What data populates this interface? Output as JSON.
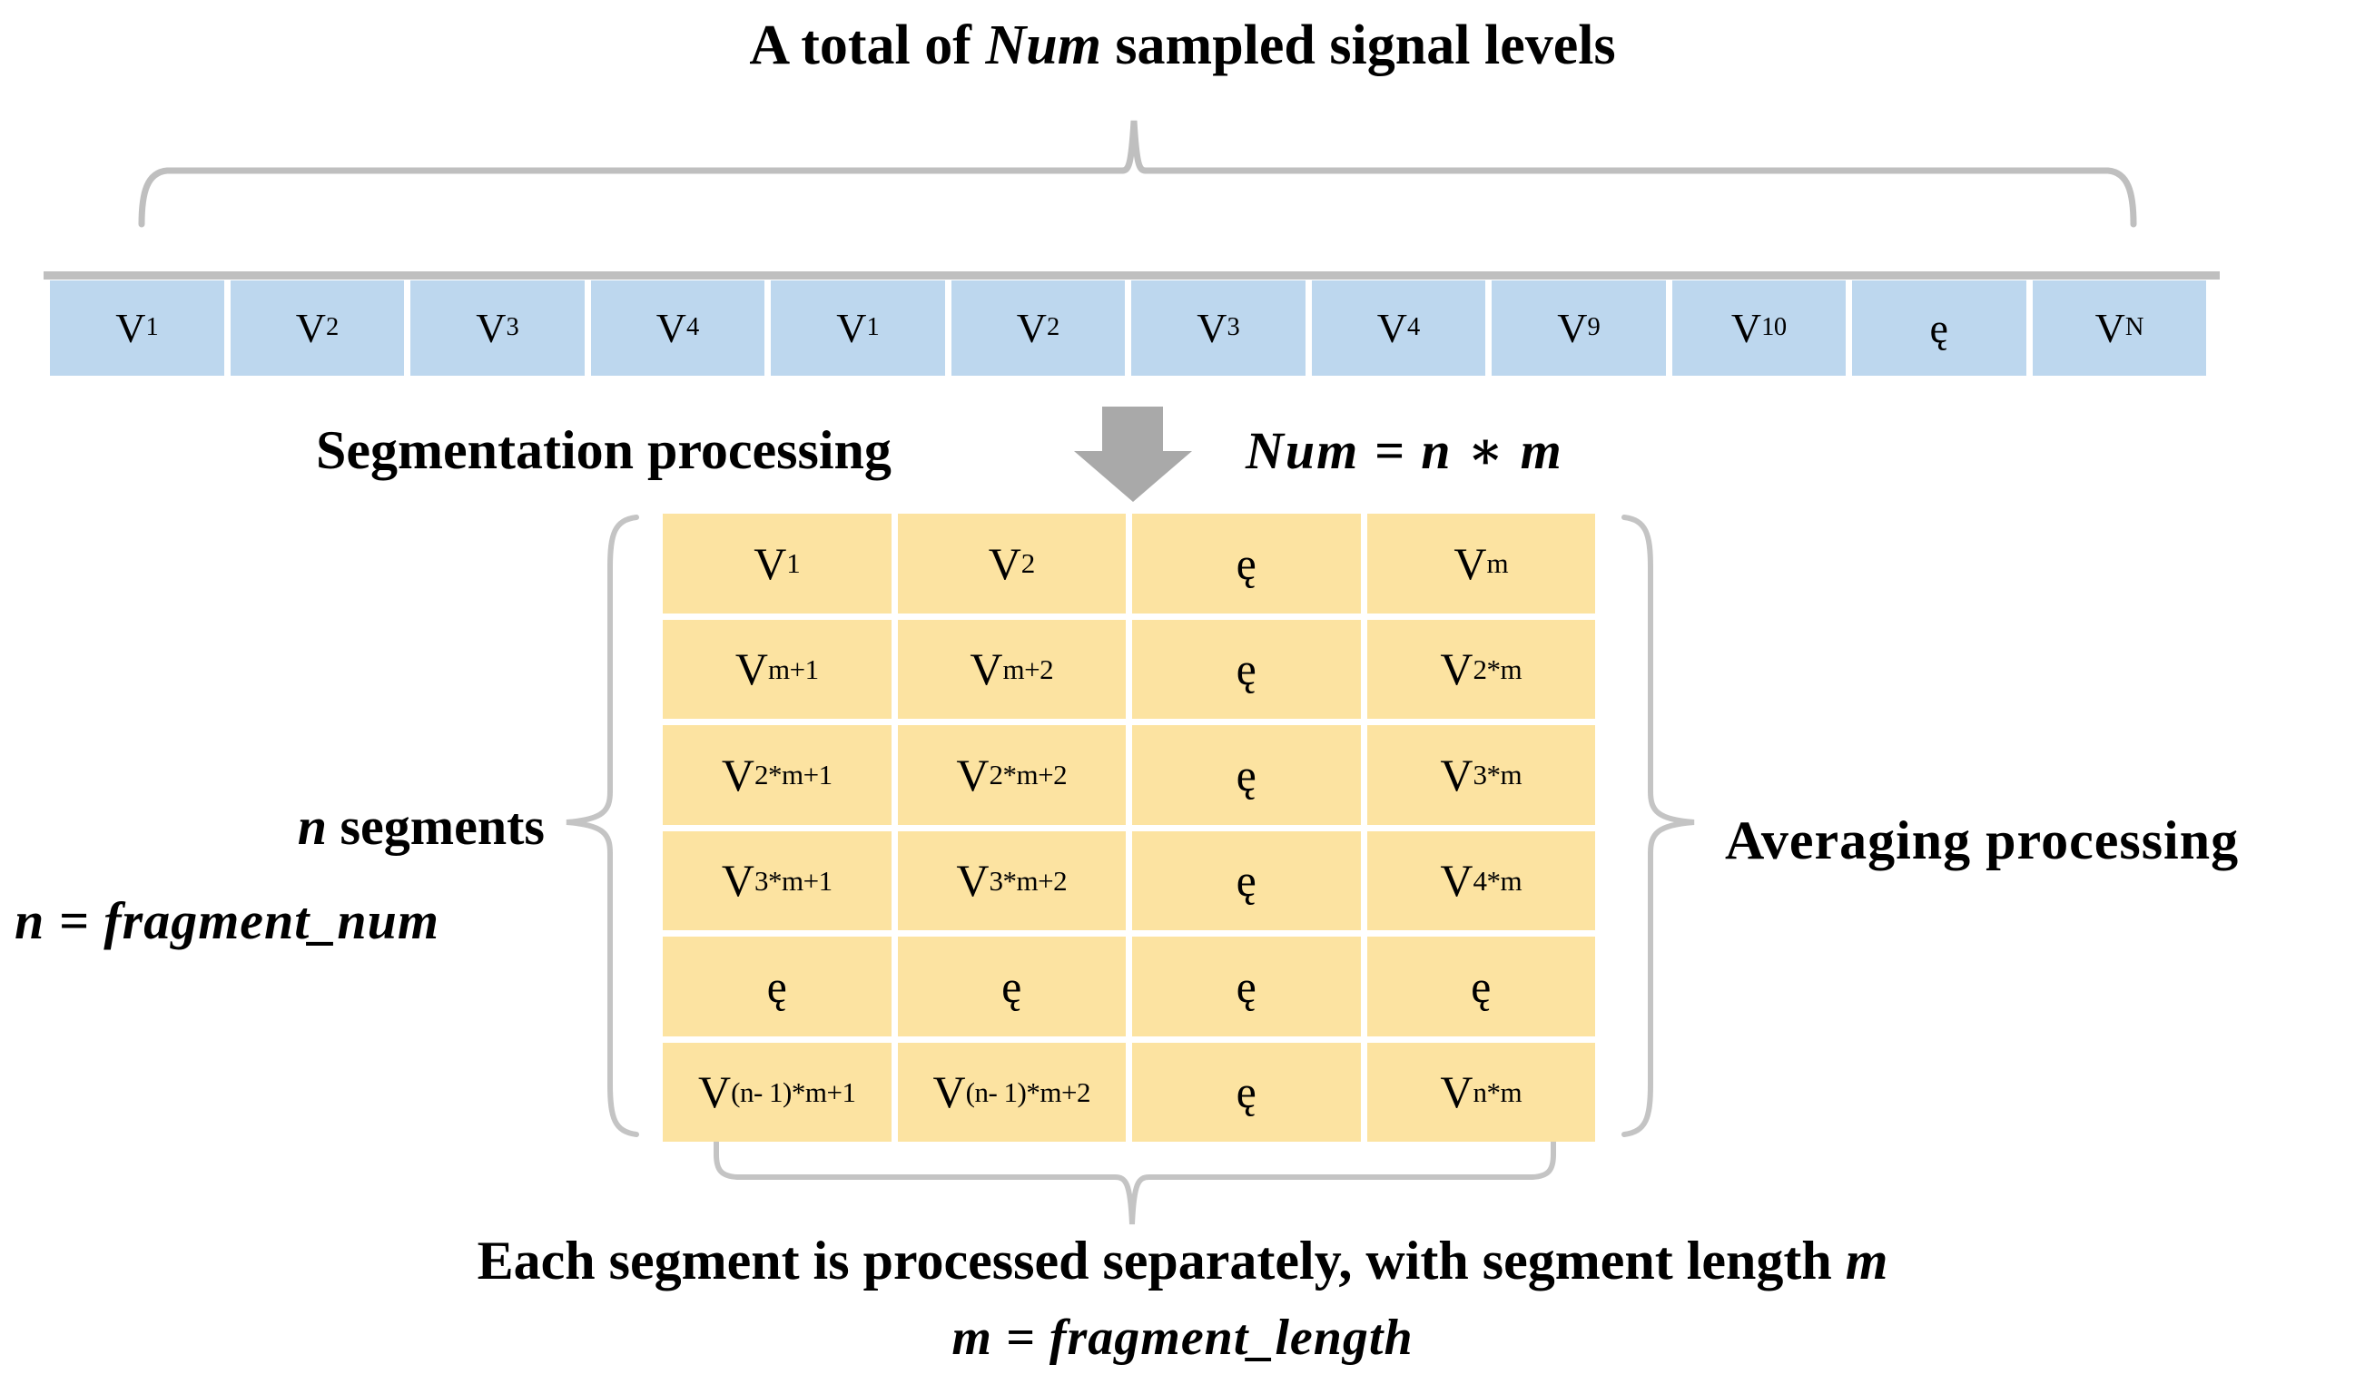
{
  "colors": {
    "cell_blue": "#BDD7EE",
    "cell_yellow": "#FCE3A1",
    "line_gray": "#BFBFBF",
    "arrow_gray": "#A9A9A9",
    "text": "#000000"
  },
  "title": {
    "prefix": "A total of ",
    "emph": "Num",
    "suffix": " sampled signal levels"
  },
  "strip": {
    "cells": [
      {
        "base": "V",
        "sub": "1"
      },
      {
        "base": "V",
        "sub": "2"
      },
      {
        "base": "V",
        "sub": "3"
      },
      {
        "base": "V",
        "sub": "4"
      },
      {
        "base": "V",
        "sub": "1"
      },
      {
        "base": "V",
        "sub": "2"
      },
      {
        "base": "V",
        "sub": "3"
      },
      {
        "base": "V",
        "sub": "4"
      },
      {
        "base": "V",
        "sub": "9"
      },
      {
        "base": "V",
        "sub": "10"
      },
      {
        "base": "ę",
        "sub": ""
      },
      {
        "base": "V",
        "sub": "N"
      }
    ]
  },
  "segmentation": {
    "label": "Segmentation processing",
    "equation": "Num = n ∗ m"
  },
  "matrix": {
    "rows": [
      {
        "cells": [
          {
            "base": "V",
            "sub": "1"
          },
          {
            "base": "V",
            "sub": "2"
          },
          {
            "base": "ę",
            "sub": ""
          },
          {
            "base": "V",
            "sub": "m"
          }
        ]
      },
      {
        "cells": [
          {
            "base": "V",
            "sub": "m+1"
          },
          {
            "base": "V",
            "sub": "m+2"
          },
          {
            "base": "ę",
            "sub": ""
          },
          {
            "base": "V",
            "sub": "2*m"
          }
        ]
      },
      {
        "cells": [
          {
            "base": "V",
            "sub": "2*m+1"
          },
          {
            "base": "V",
            "sub": "2*m+2"
          },
          {
            "base": "ę",
            "sub": ""
          },
          {
            "base": "V",
            "sub": "3*m"
          }
        ]
      },
      {
        "cells": [
          {
            "base": "V",
            "sub": "3*m+1"
          },
          {
            "base": "V",
            "sub": "3*m+2"
          },
          {
            "base": "ę",
            "sub": ""
          },
          {
            "base": "V",
            "sub": "4*m"
          }
        ]
      },
      {
        "cells": [
          {
            "base": "ę",
            "sub": ""
          },
          {
            "base": "ę",
            "sub": ""
          },
          {
            "base": "ę",
            "sub": ""
          },
          {
            "base": "ę",
            "sub": ""
          }
        ]
      },
      {
        "cells": [
          {
            "base": "V",
            "sub": "(n- 1)*m+1"
          },
          {
            "base": "V",
            "sub": "(n- 1)*m+2"
          },
          {
            "base": "ę",
            "sub": ""
          },
          {
            "base": "V",
            "sub": "n*m"
          }
        ]
      }
    ]
  },
  "left": {
    "line1_emph": "n",
    "line1_rest": "  segments",
    "line2": "n = fragment_num"
  },
  "right": {
    "label": "Averaging processing"
  },
  "bottom": {
    "line1_prefix": "Each segment is processed separately, with segment length ",
    "line1_emph": "m",
    "line2": "m  = fragment_length"
  }
}
